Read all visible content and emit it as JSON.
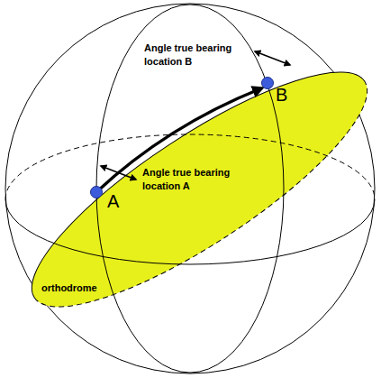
{
  "diagram": {
    "labels": [
      "Angle true bearing location B",
      "Angle true bearing location A",
      "A",
      "B",
      "orthodrome"
    ]
  }
}
